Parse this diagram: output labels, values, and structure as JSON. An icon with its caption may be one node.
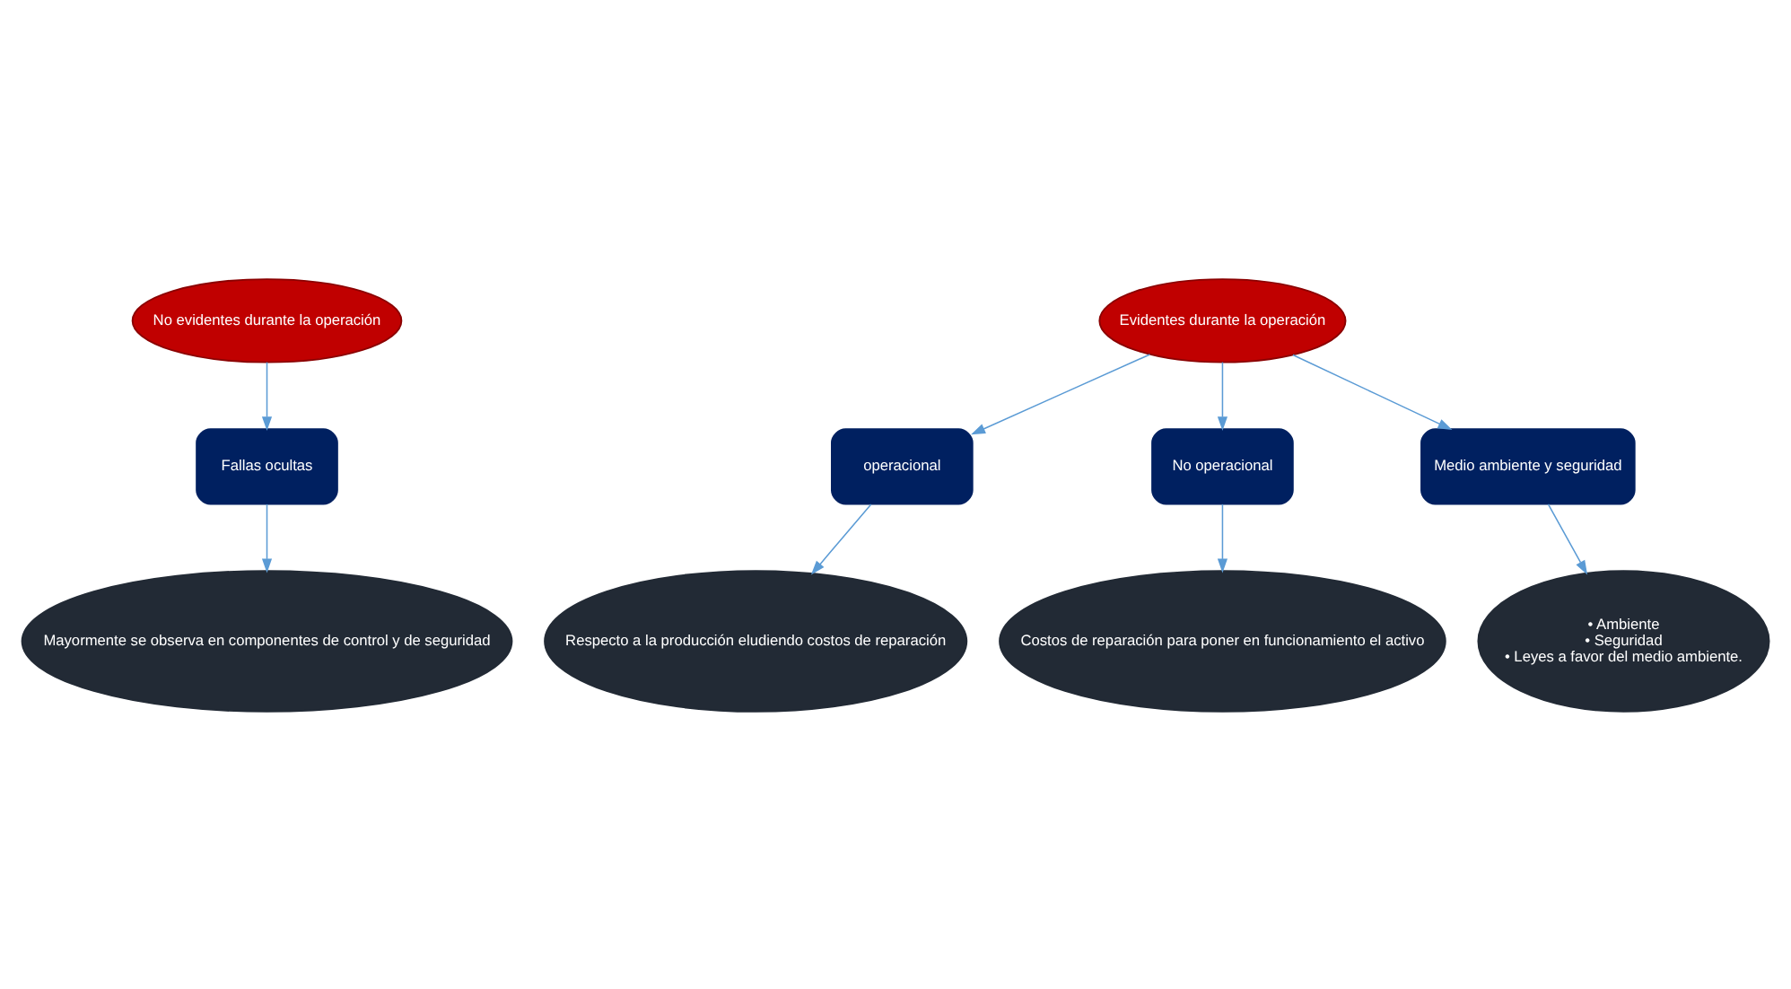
{
  "diagram": {
    "nodes": [
      {
        "text": [
          "No evidentes durante la operación"
        ]
      },
      {
        "text": [
          "Evidentes durante la operación"
        ]
      },
      {
        "text": [
          "Fallas ocultas"
        ]
      },
      {
        "text": [
          "operacional"
        ]
      },
      {
        "text": [
          "No operacional"
        ]
      },
      {
        "text": [
          "Medio ambiente y seguridad"
        ]
      },
      {
        "text": [
          "Mayormente se observa en componentes de control y de seguridad"
        ]
      },
      {
        "text": [
          "Respecto a la producción eludiendo costos de reparación"
        ]
      },
      {
        "text": [
          "Costos de reparación para poner en funcionamiento el activo"
        ]
      },
      {
        "text": [
          "• Ambiente",
          "• Seguridad",
          "• Leyes a favor del medio ambiente."
        ]
      }
    ],
    "edges": [
      {
        "from": 0,
        "to": 2,
        "arrow": "to"
      },
      {
        "from": 2,
        "to": 6,
        "arrow": "to"
      },
      {
        "from": 1,
        "to": 3,
        "arrow": "to"
      },
      {
        "from": 1,
        "to": 4,
        "arrow": "to"
      },
      {
        "from": 1,
        "to": 5,
        "arrow": "to"
      },
      {
        "from": 3,
        "to": 7,
        "arrow": "to"
      },
      {
        "from": 4,
        "to": 8,
        "arrow": "to"
      },
      {
        "from": 5,
        "to": 9,
        "arrow": "to"
      }
    ]
  }
}
